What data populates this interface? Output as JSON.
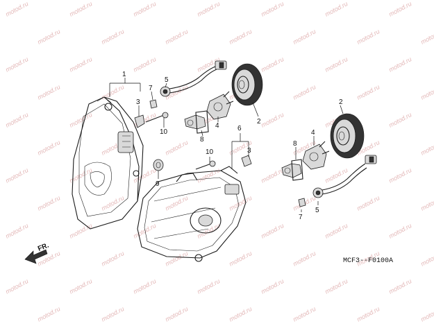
{
  "watermark": "motod.ru",
  "diagram_code": "MCF3--F0100A",
  "direction_label": "FR.",
  "callouts": {
    "c1": "1",
    "c2a": "2",
    "c2b": "2",
    "c3a": "3",
    "c3b": "3",
    "c4a": "4",
    "c4b": "4",
    "c5a": "5",
    "c5b": "5",
    "c6": "6",
    "c7a": "7",
    "c7b": "7",
    "c8a": "8",
    "c8b": "8",
    "c9": "9",
    "c10a": "10",
    "c10b": "10"
  }
}
